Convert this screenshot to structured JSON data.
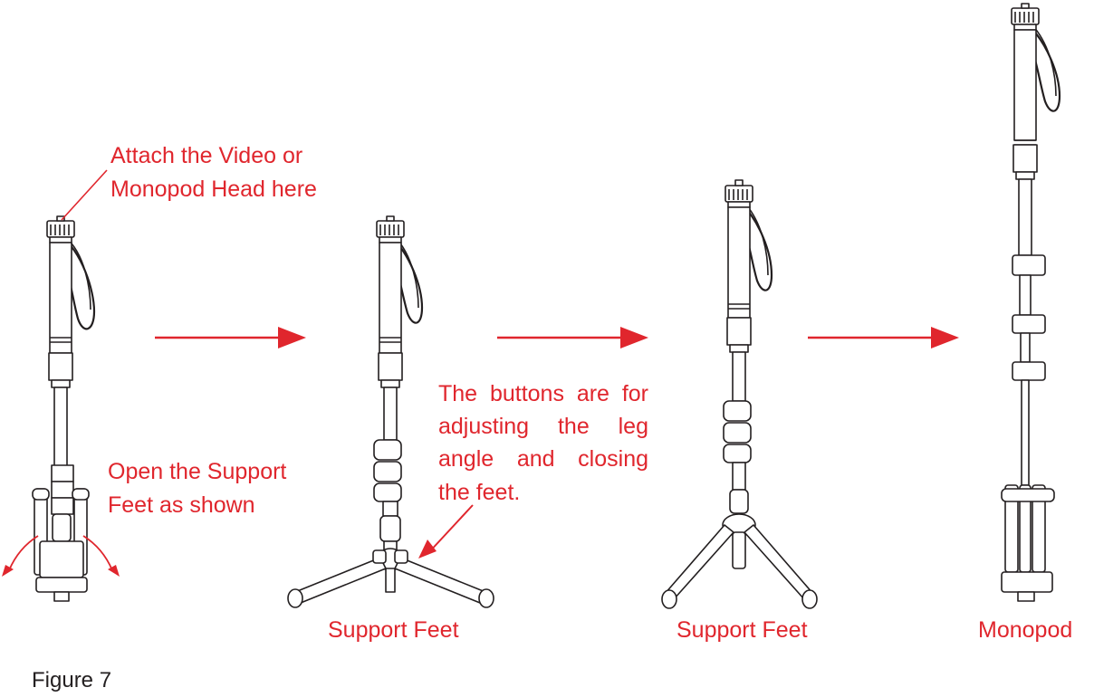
{
  "colors": {
    "accent": "#e0262d",
    "ink": "#231f20"
  },
  "annotations": {
    "attach_line1": "Attach the Video or",
    "attach_line2": "Monopod Head here",
    "open_line1": "Open the Support",
    "open_line2": "Feet as shown",
    "buttons_line1": "The buttons are for",
    "buttons_line2": "adjusting the leg",
    "buttons_line3": "angle and closing",
    "buttons_line4": "the feet."
  },
  "captions": {
    "support_feet_1": "Support Feet",
    "support_feet_2": "Support Feet",
    "monopod": "Monopod"
  },
  "figure_label": "Figure 7"
}
